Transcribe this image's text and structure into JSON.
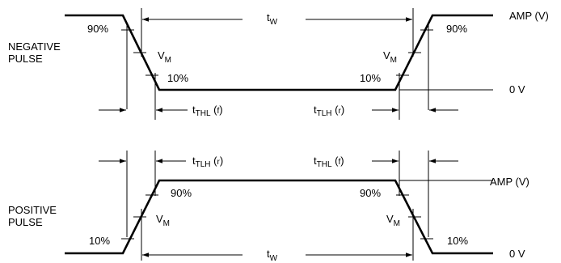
{
  "negative_pulse": {
    "label_line1": "NEGATIVE",
    "label_line2": "PULSE",
    "pct_90_left": "90%",
    "pct_90_right": "90%",
    "pct_10_left": "10%",
    "pct_10_right": "10%",
    "vm_left": {
      "main": "V",
      "sub": "M"
    },
    "vm_right": {
      "main": "V",
      "sub": "M"
    },
    "tw": {
      "main": "t",
      "sub": "W"
    },
    "t_fall": {
      "main": "t",
      "sub": "THL",
      "paren_open": " (",
      "paren_sub": "f",
      "paren_close": ")"
    },
    "t_rise": {
      "main": "t",
      "sub": "TLH",
      "paren_open": " (",
      "paren_sub": "r",
      "paren_close": ")"
    },
    "level_amp": "AMP (V)",
    "level_zero": "0 V"
  },
  "positive_pulse": {
    "label_line1": "POSITIVE",
    "label_line2": "PULSE",
    "pct_90_left": "90%",
    "pct_90_right": "90%",
    "pct_10_left": "10%",
    "pct_10_right": "10%",
    "vm_left": {
      "main": "V",
      "sub": "M"
    },
    "vm_right": {
      "main": "V",
      "sub": "M"
    },
    "tw": {
      "main": "t",
      "sub": "W"
    },
    "t_rise": {
      "main": "t",
      "sub": "TLH",
      "paren_open": " (",
      "paren_sub": "r",
      "paren_close": ")"
    },
    "t_fall": {
      "main": "t",
      "sub": "THL",
      "paren_open": " (",
      "paren_sub": "f",
      "paren_close": ")"
    },
    "level_amp": "AMP (V)",
    "level_zero": "0 V"
  }
}
